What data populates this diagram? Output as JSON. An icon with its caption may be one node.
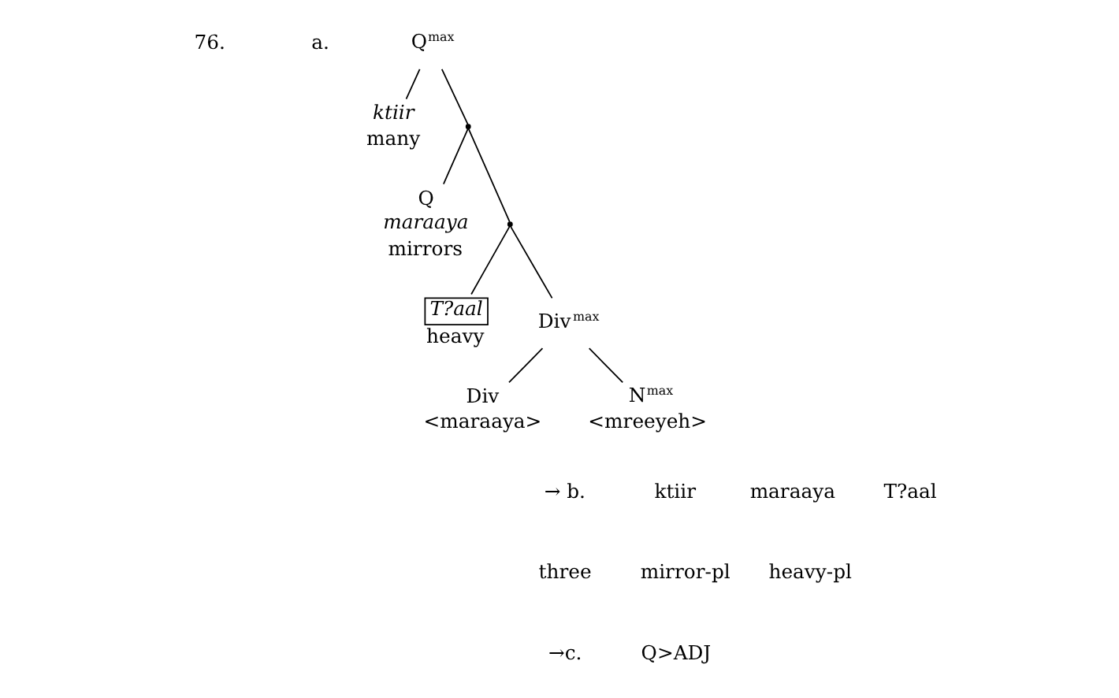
{
  "diagram": {
    "nodes": [
      {
        "text": [
          "Q$^{max}$"
        ]
      },
      {
        "text": [
          "ktiir",
          "many"
        ]
      },
      {
        "text": [],
        "shape": "point"
      },
      {
        "text": [
          "Q",
          "maraaya",
          "mirrors"
        ]
      },
      {
        "text": [],
        "shape": "point"
      },
      {
        "text": [
          "T?aal",
          "heavy"
        ]
      },
      {
        "text": [
          "Div$^{max}$"
        ]
      },
      {
        "text": [
          "Div",
          "<maraaya>"
        ]
      },
      {
        "text": [
          "N$^{max}$",
          "<mreeyeh>"
        ]
      }
    ],
    "edges": [
      {
        "from": 0,
        "to": 1,
        "arrow": "none"
      },
      {
        "from": 0,
        "to": 2,
        "arrow": "none"
      },
      {
        "from": 2,
        "to": 3,
        "arrow": "none"
      },
      {
        "from": 2,
        "to": 4,
        "arrow": "none"
      },
      {
        "from": 4,
        "to": 5,
        "arrow": "none"
      },
      {
        "from": 4,
        "to": 6,
        "arrow": "none"
      },
      {
        "from": 6,
        "to": 7,
        "arrow": "none"
      },
      {
        "from": 6,
        "to": 8,
        "arrow": "none"
      }
    ],
    "labels": [
      "76.",
      "a.",
      "→ b.",
      "ktiir",
      "maraaya",
      "T?aal",
      "three",
      "mirror-pl",
      "heavy-pl",
      "→c.",
      "Q>ADJ"
    ]
  }
}
